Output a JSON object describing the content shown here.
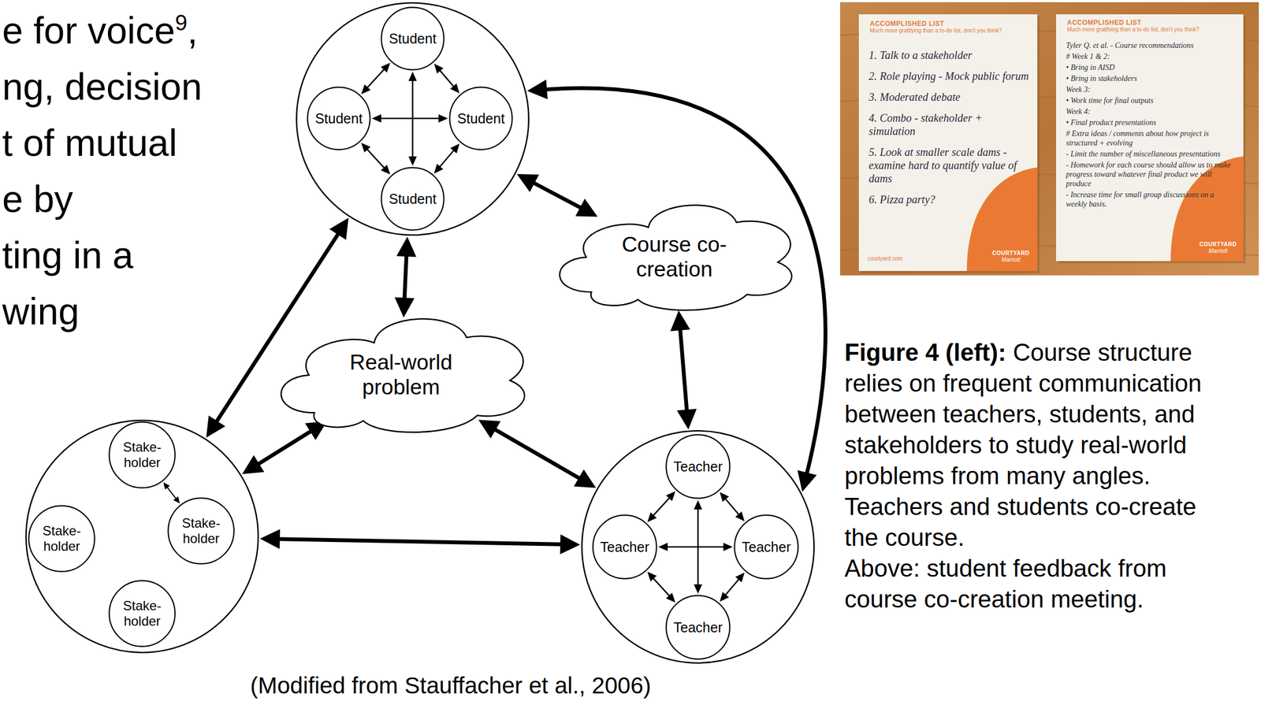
{
  "diagram": {
    "nodes": [
      {
        "text": []
      },
      {
        "text": [
          "Student"
        ],
        "in": 0
      },
      {
        "text": [
          "Student"
        ],
        "in": 0
      },
      {
        "text": [
          "Student"
        ],
        "in": 0
      },
      {
        "text": [
          "Student"
        ],
        "in": 0
      },
      {
        "text": [
          "Course co- creation"
        ]
      },
      {
        "text": [
          "Real-world problem"
        ]
      },
      {
        "text": []
      },
      {
        "text": [
          "Stake- holder"
        ],
        "in": 7
      },
      {
        "text": [
          "Stake- holder"
        ],
        "in": 7
      },
      {
        "text": [
          "Stake- holder"
        ],
        "in": 7
      },
      {
        "text": [
          "Stake- holder"
        ],
        "in": 7
      },
      {
        "text": []
      },
      {
        "text": [
          "Teacher"
        ],
        "in": 12
      },
      {
        "text": [
          "Teacher"
        ],
        "in": 12
      },
      {
        "text": [
          "Teacher"
        ],
        "in": 12
      },
      {
        "text": [
          "Teacher"
        ],
        "in": 12
      }
    ],
    "edges": [
      {
        "from": 1,
        "to": 2,
        "arrow": "both"
      },
      {
        "from": 1,
        "to": 3,
        "arrow": "both"
      },
      {
        "from": 1,
        "to": 4,
        "arrow": "both"
      },
      {
        "from": 2,
        "to": 3,
        "arrow": "both"
      },
      {
        "from": 2,
        "to": 4,
        "arrow": "both"
      },
      {
        "from": 3,
        "to": 4,
        "arrow": "both"
      },
      {
        "from": 0,
        "to": 5,
        "arrow": "both"
      },
      {
        "from": 0,
        "to": 6,
        "arrow": "both"
      },
      {
        "from": 0,
        "to": 7,
        "arrow": "both"
      },
      {
        "from": 0,
        "to": 12,
        "arrow": "both"
      },
      {
        "from": 5,
        "to": 12,
        "arrow": "both"
      },
      {
        "from": 6,
        "to": 7,
        "arrow": "both"
      },
      {
        "from": 6,
        "to": 12,
        "arrow": "both"
      },
      {
        "from": 7,
        "to": 12,
        "arrow": "both"
      },
      {
        "from": 8,
        "to": 9,
        "arrow": "both"
      },
      {
        "from": 13,
        "to": 14,
        "arrow": "both"
      },
      {
        "from": 13,
        "to": 15,
        "arrow": "both"
      },
      {
        "from": 13,
        "to": 16,
        "arrow": "both"
      },
      {
        "from": 14,
        "to": 15,
        "arrow": "both"
      },
      {
        "from": 14,
        "to": 16,
        "arrow": "both"
      },
      {
        "from": 15,
        "to": 16,
        "arrow": "both"
      }
    ],
    "labels": [
      "e for voice",
      "9",
      ",",
      "ng, decision",
      "t of mutual",
      "e by",
      "ting in a",
      "wing",
      "(Modified from Stauffacher et al., 2006)",
      "Figure 4 (left):",
      "Course structure relies on frequent communication between teachers, students, and stakeholders to study real-world problems from many angles. Teachers and students co-create the course.",
      "Above: student feedback from course co-creation meeting.",
      "ACCOMPLISHED LIST",
      "Much more gratifying than a to-do list, don't you think?",
      "1. Talk to a stakeholder",
      "2. Role playing - Mock public forum",
      "3. Moderated debate",
      "4. Combo - stakeholder + simulation",
      "5. Look at smaller scale dams - examine hard to quantify value of dams",
      "6. Pizza party?",
      "courtyard.com",
      "COURTYARD",
      "Marriott",
      "ACCOMPLISHED LIST",
      "Much more gratifying than a to-do list, don't you think?",
      "Tyler Q. et al. - Course recommendations",
      "# Week 1 & 2:",
      "• Bring in AISD",
      "• Bring in stakeholders",
      "Week 3:",
      "• Work time for final outputs",
      "Week 4:",
      "• Final product presentations",
      "# Extra ideas / comments about how project is structured + evolving",
      "- Limit the number of miscellaneous presentations",
      "- Homework for each course should allow us to make progress toward whatever final product we will produce",
      "- Increase time for small group discussions on a weekly basis.",
      "COURTYARD",
      "Marriott"
    ]
  }
}
